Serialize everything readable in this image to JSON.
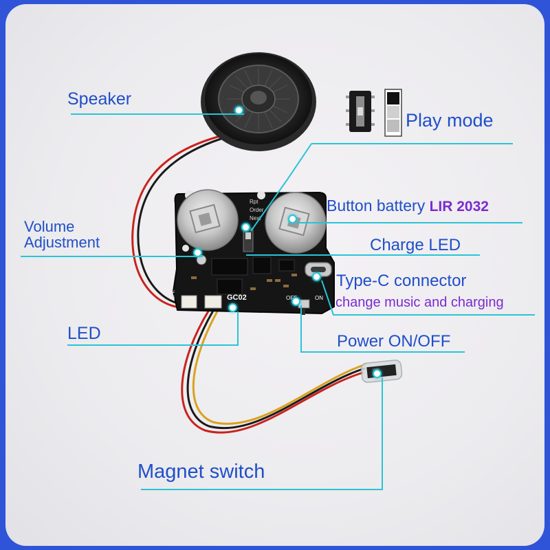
{
  "labels": {
    "speaker": "Speaker",
    "play_mode": "Play mode",
    "button_battery": "Button battery",
    "battery_model": "LIR 2032",
    "volume_line1": "Volume",
    "volume_line2": "Adjustment",
    "charge_led": "Charge LED",
    "type_c": "Type-C connector",
    "type_c_note": "change music and charging",
    "led": "LED",
    "power": "Power ON/OFF",
    "magnet_switch": "Magnet switch"
  },
  "board": {
    "model": "GC02",
    "mode_rpt": "Rpt",
    "mode_order": "Order",
    "mode_next": "Next",
    "spk": "SPK",
    "off": "OFF",
    "on": "ON"
  },
  "colors": {
    "frame_border": "#2f54d8",
    "label_blue": "#1f4fc8",
    "label_purple": "#7a2bd0",
    "leader_line": "#29c4d6",
    "pcb": "#151515",
    "wire_red": "#c8221c",
    "wire_black": "#1a1a1a",
    "wire_yellow": "#d9a21f"
  }
}
